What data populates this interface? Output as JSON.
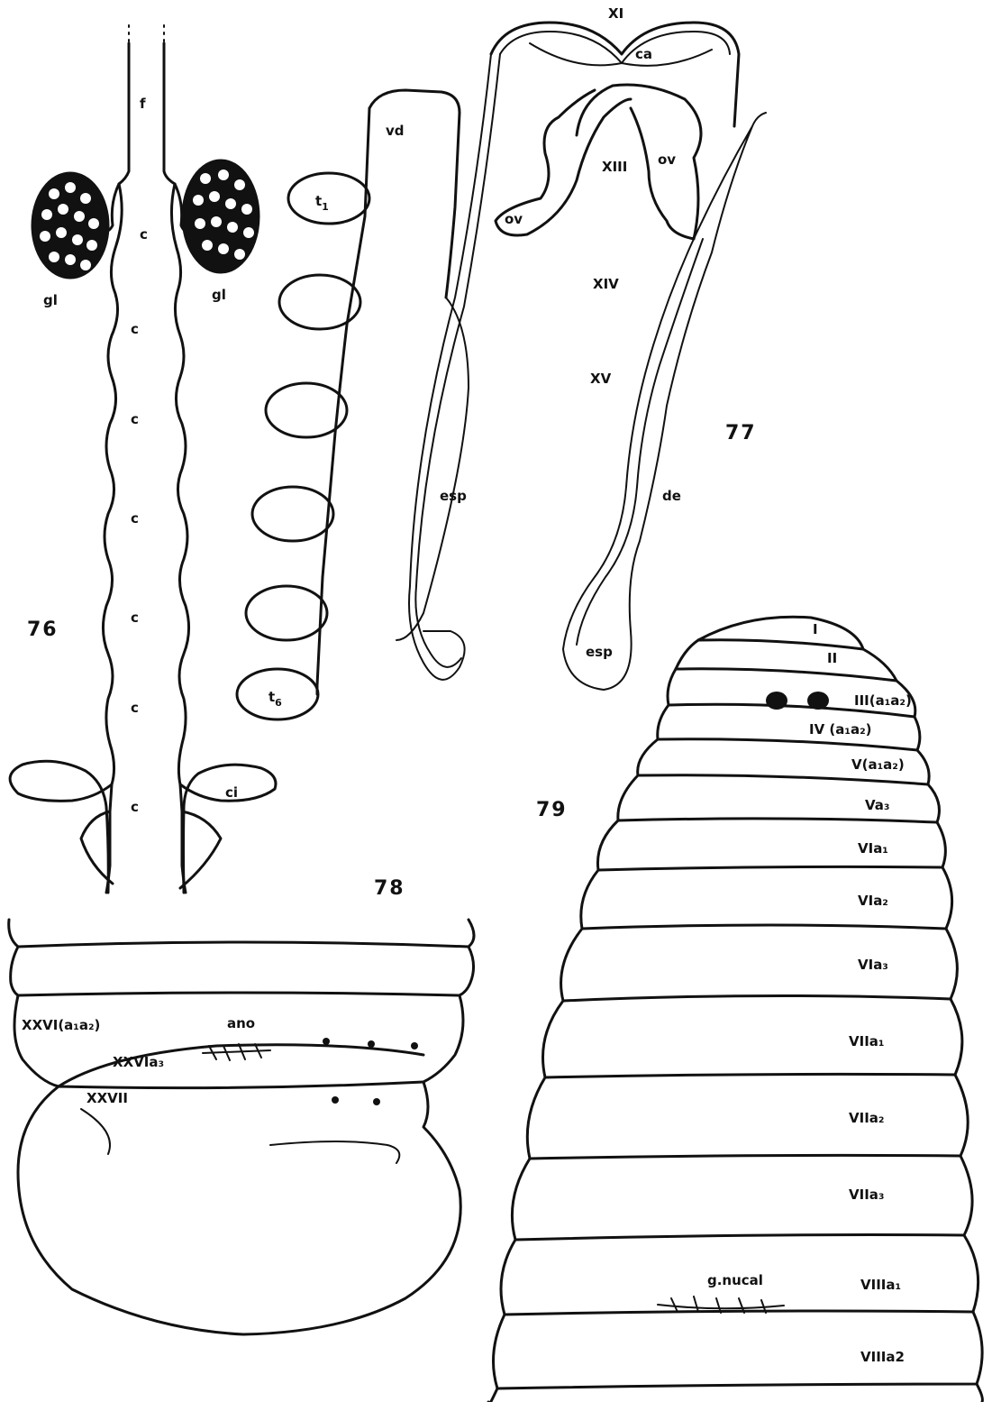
{
  "figures": {
    "f76": "76",
    "f77": "77",
    "f78": "78",
    "f79": "79"
  },
  "fig76": {
    "f": "f",
    "c": "c",
    "gl": "gl",
    "ci": "ci"
  },
  "fig77": {
    "xi": "XI",
    "ca": "ca",
    "vd": "vd",
    "t1": "t",
    "t1_sub": "1",
    "t6": "t",
    "t6_sub": "6",
    "xiii": "XIII",
    "ov": "ov",
    "xiv": "XIV",
    "xv": "XV",
    "esp": "esp",
    "de": "de"
  },
  "fig78": {
    "xxvi_a1a2": "XXVI(a₁a₂)",
    "ano": "ano",
    "xxvi_a3": "XXVIa₃",
    "xxvii": "XXVII"
  },
  "fig79": {
    "s1": "I",
    "s2": "II",
    "s3": "III(a₁a₂)",
    "s4": "IV (a₁a₂)",
    "s5": "V(a₁a₂)",
    "s6": "Va₃",
    "s7": "VIa₁",
    "s8": "VIa₂",
    "s9": "VIa₃",
    "s10": "VIIa₁",
    "s11": "VIIa₂",
    "s12": "VIIa₃",
    "s13": "VIIIa₁",
    "s14": "VIIIa2",
    "gnucal": "g.nucal"
  }
}
